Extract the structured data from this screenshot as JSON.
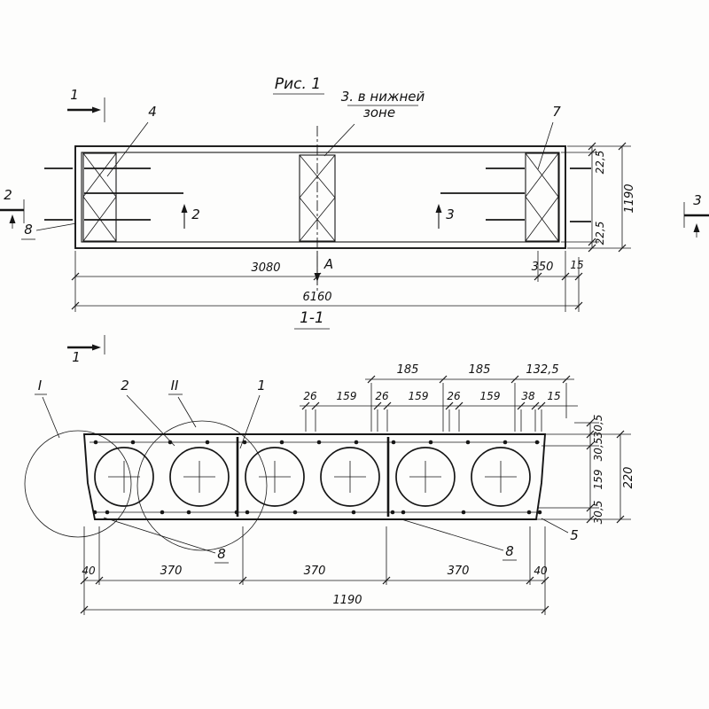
{
  "figure": {
    "title": "Рис. 1",
    "note1": "3. в нижней",
    "note2": "зоне",
    "section_title": "1-1"
  },
  "plan": {
    "marks": {
      "s1_top": "1",
      "s1_bottom": "1",
      "s2_left": "2",
      "s2_mid": "2",
      "s3_mid": "3",
      "s3_right": "3"
    },
    "callouts": {
      "pos4": "4",
      "pos7": "7",
      "pos8": "8"
    },
    "dims": {
      "half_span": "3080",
      "axis": "А",
      "bearing": "350",
      "edge": "15",
      "total": "6160",
      "top_edge": "22,5",
      "width": "1190",
      "bottom_edge": "22,5"
    }
  },
  "section": {
    "callouts": {
      "detail1": "I",
      "pos2": "2",
      "detail2": "II",
      "pos1": "1",
      "pos5": "5",
      "pos8_left": "8",
      "pos8_right": "8"
    },
    "dims_top_upper": [
      "185",
      "185",
      "132,5"
    ],
    "dims_top_lower": [
      "26",
      "159",
      "26",
      "159",
      "26",
      "159",
      "38",
      "15"
    ],
    "dims_right": [
      "30,5",
      "30,5",
      "159",
      "30,5",
      "220"
    ],
    "dims_bottom": [
      "40",
      "370",
      "370",
      "370",
      "40"
    ],
    "dims_bottom_total": "1190"
  }
}
